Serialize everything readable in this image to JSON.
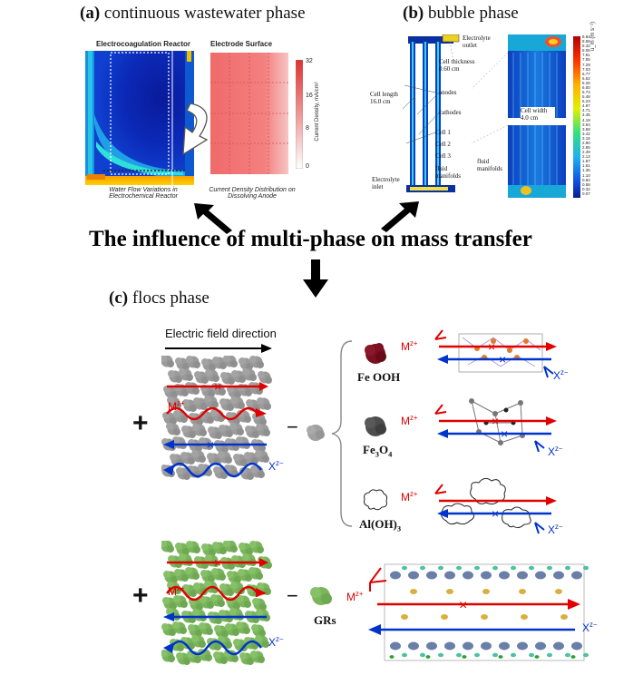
{
  "panel_a": {
    "label": "(a)",
    "title": "continuous wastewater phase",
    "reactor_title": "Electrocoagulation Reactor",
    "electrode_title": "Electrode Surface",
    "colorbar_label": "Current Density, mA/cm²",
    "colorbar_ticks": [
      "32",
      "16",
      "8",
      "0"
    ],
    "caption_left": "Water Flow Variations in Electrochemical Reactor",
    "caption_right": "Current Density Distribution on Dissolving Anode"
  },
  "panel_b": {
    "label": "(b)",
    "title": "bubble phase",
    "annotations": {
      "outlet": "Electrolyte outlet",
      "thickness": "Cell thickness 0.60 cm",
      "length": "Cell length 16.0 cm",
      "anodes": "anodes",
      "cathodes": "cathodes",
      "cell1": "Cell 1",
      "cell2": "Cell 2",
      "cell3": "Cell 3",
      "manifolds": "fluid manifolds",
      "inlet": "Electrolyte inlet",
      "width": "Cell width 4.0 cm",
      "manifolds2": "fluid manifolds"
    },
    "colorbar_label": "u_m (m s⁻¹)",
    "colorbar_ticks": [
      "8.84",
      "8.58",
      "8.32",
      "8.06",
      "7.81",
      "7.55",
      "7.29",
      "7.03",
      "6.77",
      "6.52",
      "6.26",
      "6.00",
      "5.74",
      "5.48",
      "5.23",
      "4.97",
      "4.71",
      "4.45",
      "4.19",
      "3.94",
      "3.68",
      "3.42",
      "3.16",
      "2.90",
      "2.65",
      "2.39",
      "2.13",
      "1.87",
      "1.61",
      "1.35",
      "1.10",
      "0.84",
      "0.58",
      "0.32",
      "0.07"
    ]
  },
  "main_title": "The influence of multi-phase on mass transfer",
  "panel_c": {
    "label": "(c)",
    "title": "flocs phase",
    "field_direction": "Electric field direction",
    "plus": "+",
    "minus": "−",
    "cation": "M",
    "cation_charge": "z+",
    "anion": "X",
    "anion_charge": "z−",
    "minerals": {
      "feooh": "Fe OOH",
      "fe3o4_main": "Fe",
      "fe3o4_sub1": "3",
      "fe3o4_o": "O",
      "fe3o4_sub2": "4",
      "aloh3_main": "Al(OH)",
      "aloh3_sub": "3",
      "grs": "GRs"
    }
  },
  "colors": {
    "cation": "#e00000",
    "anion": "#0033cc",
    "floc_gray": "#9a9a9a",
    "floc_green": "#7ab55c",
    "feooh": "#7a1020",
    "fe3o4": "#4d4d4d"
  }
}
